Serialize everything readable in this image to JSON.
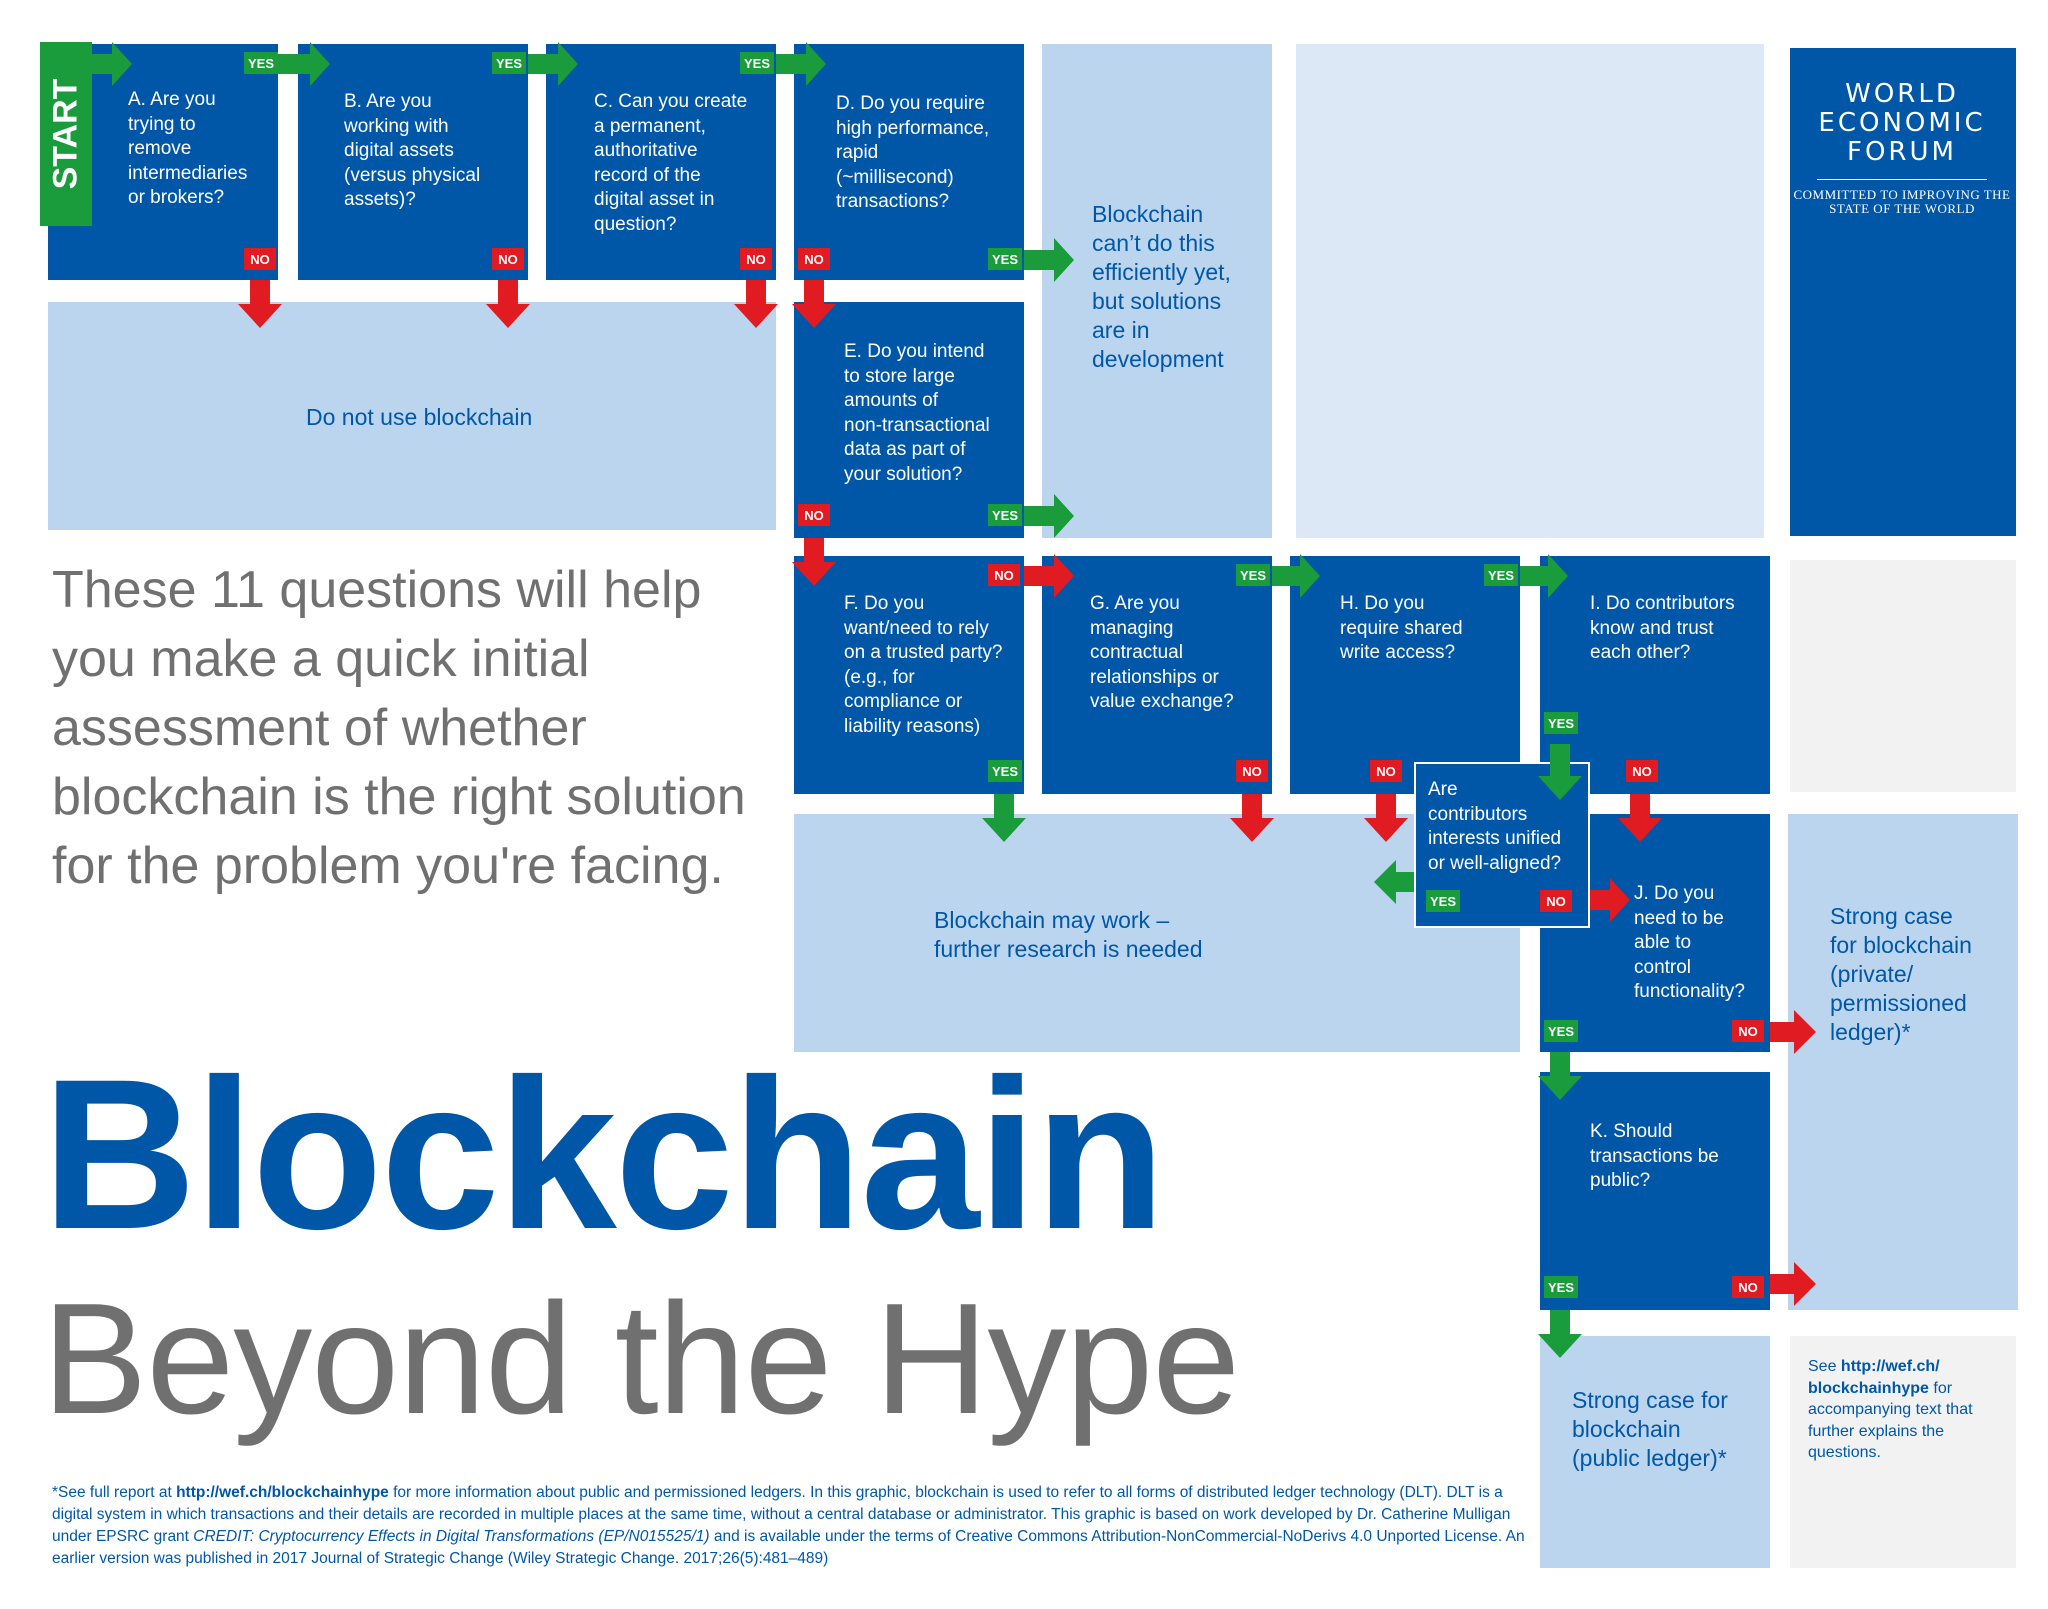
{
  "start_label": "START",
  "questions": {
    "a": "A. Are you\ntrying to\nremove\nintermediaries\nor brokers?",
    "b": "B. Are you\nworking with\ndigital assets\n(versus physical\nassets)?",
    "c": "C. Can you create\na permanent,\nauthoritative\nrecord of the\ndigital  asset in\nquestion?",
    "d": "D. Do you require\nhigh performance,\nrapid\n(~millisecond)\ntransactions?",
    "e": "E. Do you intend\nto store large\namounts of\nnon-transactional\ndata as part of\nyour solution?",
    "f": "F. Do you\nwant/need to rely\non a trusted party?\n(e.g., for\ncompliance or\nliability reasons)",
    "g": "G. Are you\nmanaging\ncontractual\nrelationships or\nvalue exchange?",
    "h": "H. Do you\nrequire shared\nwrite access?",
    "i": "I. Do contributors\nknow and trust\neach other?",
    "aligned": "Are\ncontributors\ninterests unified\nor well-aligned?",
    "j": "J. Do you\nneed to be\nable to\ncontrol\nfunctionality?",
    "k": "K. Should\ntransactions be\npublic?"
  },
  "results": {
    "do_not_use": "Do not use blockchain",
    "cant_do": "Blockchain\ncan’t do this\nefficiently yet,\nbut solutions\nare in\ndevelopment",
    "may_work": "Blockchain may work –\nfurther research is needed",
    "private": "Strong case\nfor blockchain\n(private/\npermissioned\nledger)*",
    "public": "Strong case for\nblockchain\n(public ledger)*"
  },
  "tags": {
    "yes": "YES",
    "no": "NO"
  },
  "intro_text": "These 11 questions will help\nyou make a quick initial\nassessment of whether\nblockchain is the right solution\nfor the problem you're facing.",
  "title": "Blockchain",
  "subtitle": "Beyond the Hype",
  "footnote": {
    "p1": "*See full report at ",
    "link": "http://wef.ch/blockchainhype",
    "p2": " for more information about public and permissioned ledgers. In this graphic, blockchain is used to refer to all forms of distributed ledger technology (DLT). DLT is a digital system in which transactions and their details are recorded in multiple places at the same time, without a central database or administrator. This graphic is based on work developed by Dr. Catherine Mulligan under EPSRC grant ",
    "grant": "CREDIT: Cryptocurrency Effects in Digital Transformations (EP/N015525/1)",
    "p3": " and is available under the terms of Creative Commons Attribution-NonCommercial-NoDerivs 4.0 Unported License. An earlier version was published in 2017 Journal of Strategic Change (Wiley Strategic Change. 2017;26(5):481–489)"
  },
  "see_note": {
    "p1": "See ",
    "link": "http://wef.ch/ blockchainhype",
    "p2": " for accompanying text that further explains the questions."
  },
  "logo": {
    "line1": "WORLD",
    "line2": "ECONOMIC",
    "line3": "FORUM",
    "motto": "COMMITTED TO IMPROVING THE STATE OF THE WORLD"
  },
  "colors": {
    "question_bg": "#0057a8",
    "result_bg": "#bcd5ee",
    "yes": "#1a9b3c",
    "no": "#e01b22",
    "text_grey": "#707070"
  }
}
